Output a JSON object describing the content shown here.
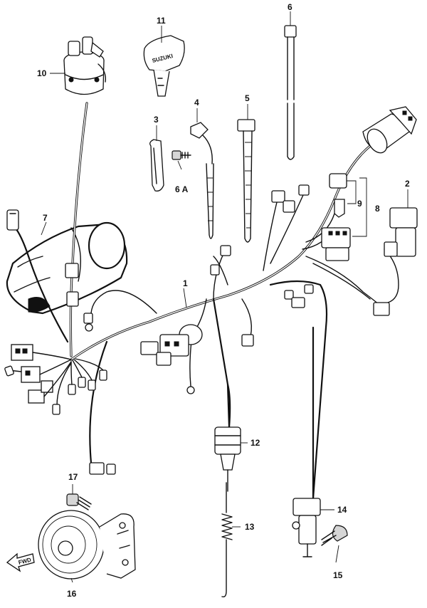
{
  "callouts": {
    "p1": "1",
    "p2": "2",
    "p3": "3",
    "p4": "4",
    "p5": "5",
    "p6": "6",
    "p6a": "6 A",
    "p7": "7",
    "p8": "8",
    "p9": "9",
    "p10": "10",
    "p11": "11",
    "p12": "12",
    "p13": "13",
    "p14": "14",
    "p15": "15",
    "p16": "16",
    "p17": "17"
  },
  "key_logo": "SUZUKI",
  "direction_arrow": "FWD"
}
